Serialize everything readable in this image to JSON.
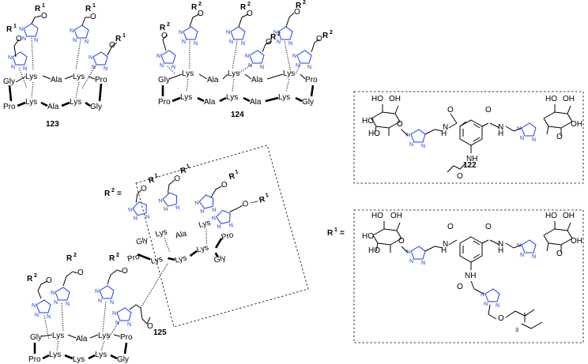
{
  "compounds": {
    "c123": {
      "label": "123"
    },
    "c124": {
      "label": "124"
    },
    "c125": {
      "label": "125"
    },
    "c122": {
      "label": "122"
    }
  },
  "residues": {
    "lys": "Lys",
    "ala": "Ala",
    "pro": "Pro",
    "gly": "Gly"
  },
  "substituents": {
    "r1": "R",
    "r2": "R",
    "sup1": "1",
    "sup2": "2",
    "r1_def": "R",
    "r2_def": "R",
    "equals": "="
  },
  "atoms": {
    "o": "O",
    "n": "N",
    "h": "H",
    "ho": "HO",
    "oh": "OH",
    "nh": "NH",
    "hn": "HN",
    "three": "3",
    "dash": "—"
  },
  "colors": {
    "triazole": "#1f3fd6",
    "ink": "#000000"
  }
}
